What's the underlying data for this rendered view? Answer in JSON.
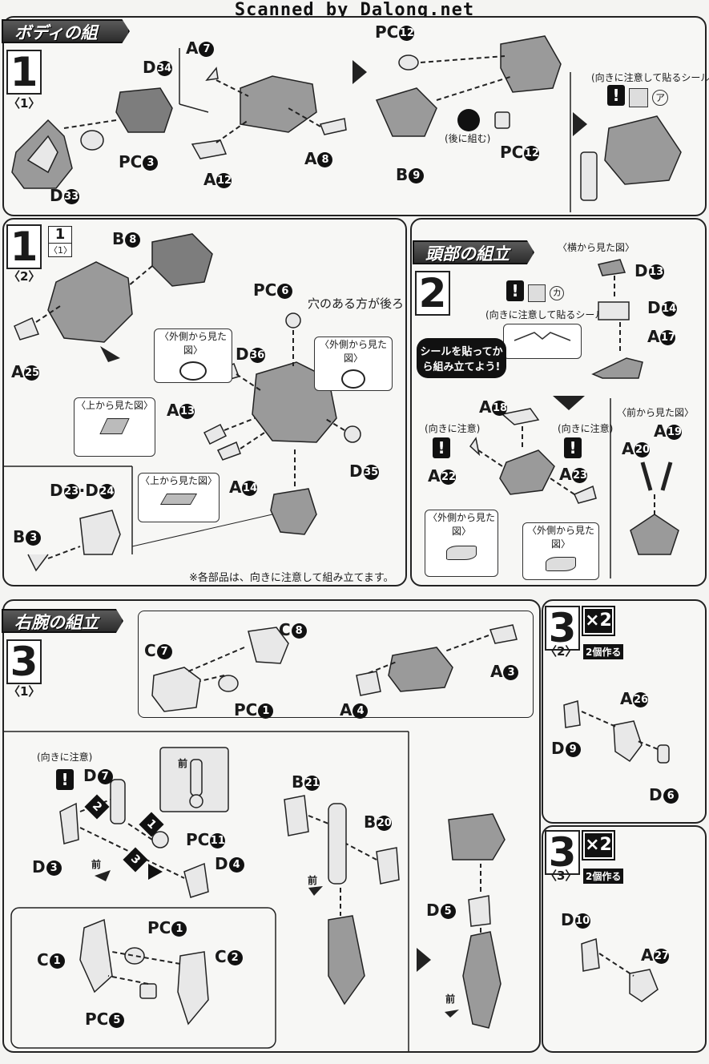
{
  "watermark": "Scanned by Dalong.net",
  "sections": {
    "body": {
      "title": "ボディの組立",
      "step1_1": {
        "num": "1",
        "sub": "〈1〉"
      },
      "step1_2": {
        "num": "1",
        "sub": "〈2〉",
        "ref_num": "1",
        "ref_sub": "〈1〉"
      },
      "sticker_note": "(向きに注意して貼るシール)",
      "sticker_code": "ア",
      "later_note": "(後に組む)",
      "pc6_note": "穴のある方が後ろ",
      "outer_view": "〈外側から見た図〉",
      "top_view": "〈上から見た図〉",
      "footnote": "※各部品は、向きに注意して組み立てます。"
    },
    "head": {
      "title": "頭部の組立",
      "step": {
        "num": "2"
      },
      "side_view": "〈横から見た図〉",
      "sticker_note": "(向きに注意して貼るシール)",
      "sticker_code": "カ",
      "sticker_first": "シールを貼ってから組み立てよう!",
      "caution": "(向きに注意)",
      "outer_view": "〈外側から見た図〉",
      "front_view": "〈前から見た図〉"
    },
    "arm": {
      "title": "右腕の組立",
      "step3_1": {
        "num": "3",
        "sub": "〈1〉"
      },
      "step3_2": {
        "num": "3",
        "sub": "〈2〉",
        "mult": "×2",
        "make": "2個作る"
      },
      "step3_3": {
        "num": "3",
        "sub": "〈3〉",
        "mult": "×2",
        "make": "2個作る"
      },
      "caution": "(向きに注意)",
      "front": "前"
    }
  },
  "labels": {
    "D34": "D",
    "D34n": "34",
    "D33": "D",
    "D33n": "33",
    "PC3": "PC",
    "PC3n": "3",
    "A7": "A",
    "A7n": "7",
    "A12": "A",
    "A12n": "12",
    "A8": "A",
    "A8n": "8",
    "PC12a": "PC",
    "PC12an": "12",
    "PC12b": "PC",
    "PC12bn": "12",
    "B9": "B",
    "B9n": "9",
    "B8": "B",
    "B8n": "8",
    "A25": "A",
    "A25n": "25",
    "PC6": "PC",
    "PC6n": "6",
    "D36": "D",
    "D36n": "36",
    "A13": "A",
    "A13n": "13",
    "A14": "A",
    "A14n": "14",
    "D35": "D",
    "D35n": "35",
    "D23_24": "D",
    "D23n": "23",
    "D24": "D",
    "D24n": "24",
    "B3": "B",
    "B3n": "3",
    "D13": "D",
    "D13n": "13",
    "D14": "D",
    "D14n": "14",
    "A17": "A",
    "A17n": "17",
    "A18": "A",
    "A18n": "18",
    "A22": "A",
    "A22n": "22",
    "A23": "A",
    "A23n": "23",
    "A19": "A",
    "A19n": "19",
    "A20": "A",
    "A20n": "20",
    "C8": "C",
    "C8n": "8",
    "C7": "C",
    "C7n": "7",
    "PC1a": "PC",
    "PC1an": "1",
    "A3": "A",
    "A3n": "3",
    "A4": "A",
    "A4n": "4",
    "D7": "D",
    "D7n": "7",
    "D3": "D",
    "D3n": "3",
    "PC11": "PC",
    "PC11n": "11",
    "D4": "D",
    "D4n": "4",
    "B21": "B",
    "B21n": "21",
    "B20": "B",
    "B20n": "20",
    "C1": "C",
    "C1n": "1",
    "PC1b": "PC",
    "PC1bn": "1",
    "C2": "C",
    "C2n": "2",
    "PC5": "PC",
    "PC5n": "5",
    "D5": "D",
    "D5n": "5",
    "D9": "D",
    "D9n": "9",
    "A26": "A",
    "A26n": "26",
    "D6": "D",
    "D6n": "6",
    "D10": "D",
    "D10n": "10",
    "A27": "A",
    "A27n": "27"
  },
  "order_marks": [
    "1",
    "2",
    "3"
  ]
}
